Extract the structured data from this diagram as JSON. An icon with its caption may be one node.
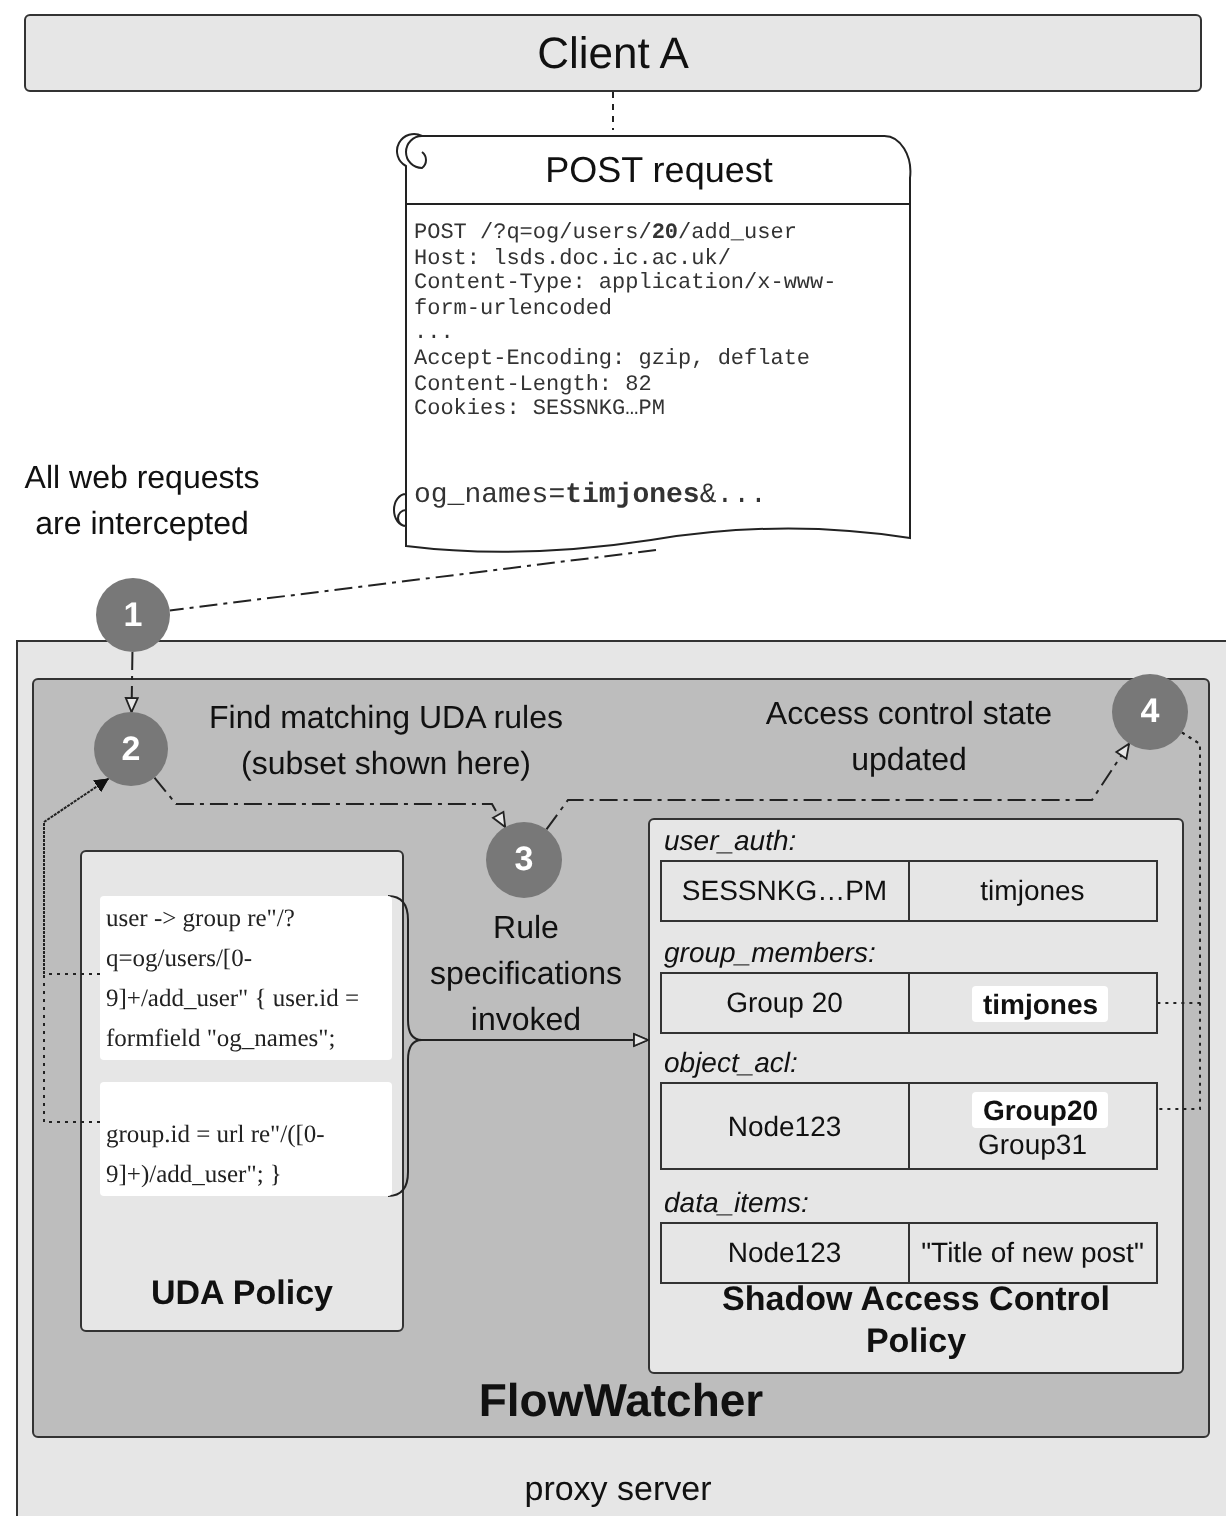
{
  "diagram": {
    "nodes": [
      {
        "text": [
          "Client A"
        ]
      },
      {
        "text": [
          "POST request",
          "POST /?q=og/users/**20**/add_user",
          "Host: lsds.doc.ic.ac.uk/",
          "Content-Type: application/x-www-form-urlencoded",
          "...",
          "Accept-Encoding: gzip, deflate",
          "Content-Length: 82",
          "Cookies: SESSNKG…PM",
          "og_names=**timjones**&..."
        ]
      },
      {
        "text": [
          "proxy server"
        ]
      },
      {
        "text": [
          "FlowWatcher"
        ],
        "in": 2
      },
      {
        "text": [
          "1"
        ],
        "beside": [
          "All web requests are intercepted"
        ]
      },
      {
        "text": [
          "2"
        ],
        "in": 3,
        "beside": [
          "Find matching UDA rules (subset shown here)"
        ]
      },
      {
        "text": [
          "3"
        ],
        "in": 3,
        "beside": [
          "Rule specifications invoked"
        ]
      },
      {
        "text": [
          "4"
        ],
        "in": 3,
        "beside": [
          "Access control state updated"
        ]
      },
      {
        "text": [
          "UDA Policy"
        ],
        "in": 3
      },
      {
        "text": [
          "user -> group re\"/?q=og/users/[0-9]+/add_user\" { user.id = formfield \"og_names\";"
        ],
        "in": 8
      },
      {
        "text": [
          "group.id = url re\"/([0-9]+)/add_user\"; }"
        ],
        "in": 8
      },
      {
        "text": [
          "Shadow Access Control Policy"
        ],
        "in": 3
      },
      {
        "text": [
          "user_auth:",
          "SESSNKG…PM",
          "timjones"
        ],
        "in": 11
      },
      {
        "text": [
          "group_members:",
          "Group 20"
        ],
        "in": 11
      },
      {
        "text": [
          "timjones"
        ],
        "in": 13
      },
      {
        "text": [
          "object_acl:",
          "Node123",
          "Group31"
        ],
        "in": 11
      },
      {
        "text": [
          "Group20"
        ],
        "in": 15
      },
      {
        "text": [
          "data_items:",
          "Node123",
          "\"Title of new post\""
        ],
        "in": 11
      }
    ],
    "edges": [
      {
        "from": 0,
        "to": 1,
        "arrow": "none",
        "style": "dashed"
      },
      {
        "from": 1,
        "to": 4,
        "arrow": "none",
        "style": "dashed"
      },
      {
        "from": 4,
        "to": 5,
        "arrow": "to",
        "style": "dashed"
      },
      {
        "from": 5,
        "to": 6,
        "arrow": "to",
        "style": "dashed"
      },
      {
        "from": 6,
        "to": 7,
        "arrow": "to",
        "style": "dashed"
      },
      {
        "from": 7,
        "to": 14,
        "arrow": "to",
        "style": "dashed"
      },
      {
        "from": 7,
        "to": 16,
        "arrow": "to",
        "style": "dashed"
      },
      {
        "from": 9,
        "to": 5,
        "arrow": "to",
        "style": "dashed"
      },
      {
        "from": 10,
        "to": 5,
        "arrow": "to",
        "style": "dashed"
      },
      {
        "from": 9,
        "to": 11,
        "arrow": "to"
      },
      {
        "from": 10,
        "to": 11,
        "arrow": "to"
      }
    ]
  }
}
